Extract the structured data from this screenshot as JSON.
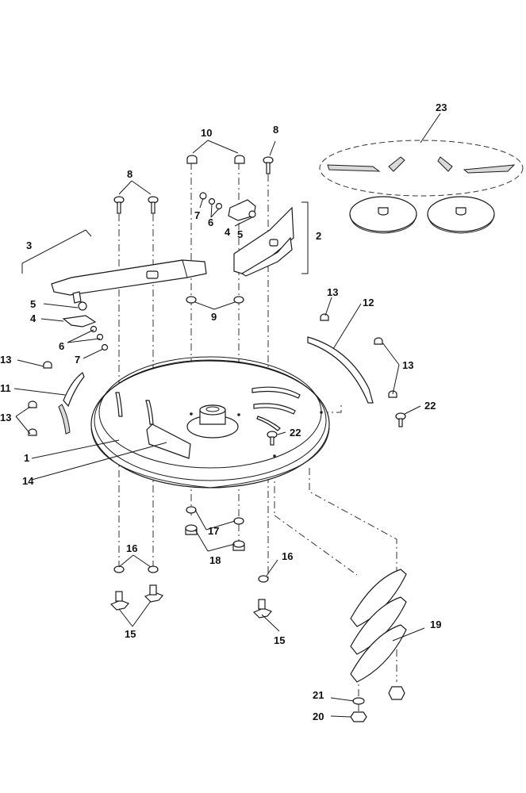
{
  "callouts": {
    "c1": "1",
    "c2": "2",
    "c3": "3",
    "c4a": "4",
    "c4b": "4",
    "c5a": "5",
    "c5b": "5",
    "c6a": "6",
    "c6b": "6",
    "c7a": "7",
    "c7b": "7",
    "c8a": "8",
    "c8b": "8",
    "c9": "9",
    "c10": "10",
    "c11": "11",
    "c12": "12",
    "c13a": "13",
    "c13b": "13",
    "c13c": "13",
    "c13d": "13",
    "c14": "14",
    "c15a": "15",
    "c15b": "15",
    "c16a": "16",
    "c16b": "16",
    "c17": "17",
    "c18": "18",
    "c19": "19",
    "c20": "20",
    "c21": "21",
    "c22a": "22",
    "c22b": "22",
    "c23": "23"
  }
}
